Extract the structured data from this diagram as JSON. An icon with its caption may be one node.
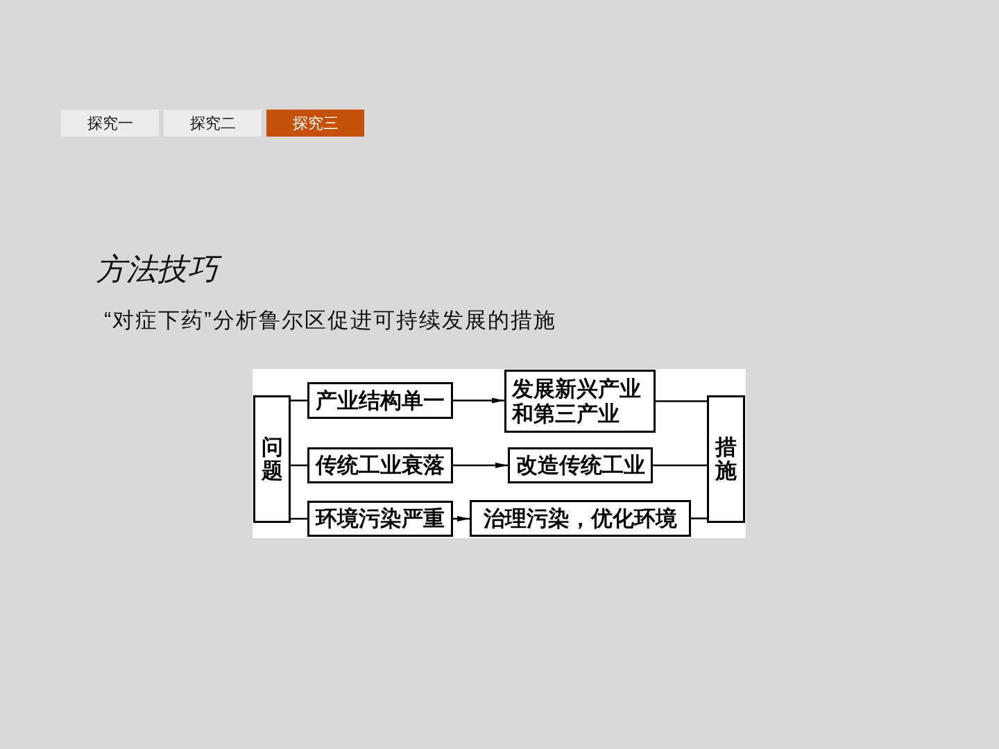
{
  "diagram": {
    "title": "方法技巧",
    "nodes": [
      {
        "text": [
          "探究一"
        ]
      },
      {
        "text": [
          "探究二"
        ]
      },
      {
        "text": [
          "探究三"
        ]
      },
      {
        "text": [
          "问题"
        ]
      },
      {
        "text": [
          "产业结构单一"
        ]
      },
      {
        "text": [
          "传统工业衰落"
        ]
      },
      {
        "text": [
          "环境污染严重"
        ]
      },
      {
        "text": [
          "发展新兴产业和第三产业"
        ]
      },
      {
        "text": [
          "改造传统工业"
        ]
      },
      {
        "text": [
          "治理污染，优化环境"
        ]
      },
      {
        "text": [
          "措施"
        ]
      }
    ],
    "edges": [
      {
        "from": 3,
        "to": 4,
        "arrow": "none"
      },
      {
        "from": 3,
        "to": 5,
        "arrow": "none"
      },
      {
        "from": 3,
        "to": 6,
        "arrow": "none"
      },
      {
        "from": 4,
        "to": 7,
        "arrow": "to"
      },
      {
        "from": 5,
        "to": 8,
        "arrow": "to"
      },
      {
        "from": 6,
        "to": 9,
        "arrow": "to"
      },
      {
        "from": 7,
        "to": 10,
        "arrow": "none"
      },
      {
        "from": 8,
        "to": 10,
        "arrow": "none"
      },
      {
        "from": 9,
        "to": 10,
        "arrow": "none"
      }
    ],
    "labels": [
      "“对症下药”分析鲁尔区促进可持续发展的措施"
    ]
  }
}
